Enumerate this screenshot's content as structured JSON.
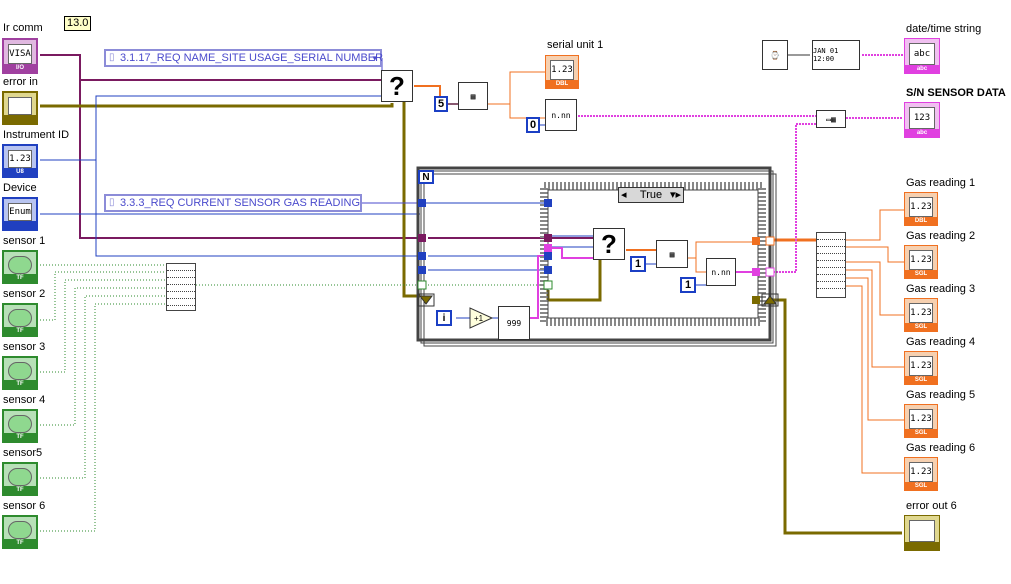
{
  "version_badge": "13.0",
  "string_constants": {
    "serial_cmd": "3.1.17_REQ NAME_SITE USAGE_SERIAL NUMBER",
    "gas_cmd": "3.3.3_REQ CURRENT SENSOR GAS READING"
  },
  "inputs": {
    "ir_comm": {
      "label": "Ir comm",
      "text": "VISA",
      "foot": "I/O"
    },
    "error_in": {
      "label": "error in"
    },
    "instrument_id": {
      "label": "Instrument ID",
      "text": "1.23",
      "foot": "U8"
    },
    "device": {
      "label": "Device",
      "text": "Enum"
    },
    "sensors": [
      {
        "label": "sensor 1",
        "foot": "TF"
      },
      {
        "label": "sensor 2",
        "foot": "TF"
      },
      {
        "label": "sensor 3",
        "foot": "TF"
      },
      {
        "label": "sensor 4",
        "foot": "TF"
      },
      {
        "label": "sensor5",
        "foot": "TF"
      },
      {
        "label": "sensor 6",
        "foot": "TF"
      }
    ]
  },
  "outputs": {
    "serial_unit": {
      "label": "serial unit 1",
      "text": "1.23",
      "foot": "DBL"
    },
    "datetime": {
      "label": "date/time string",
      "text": "abc",
      "foot": "abc"
    },
    "sn_sensor": {
      "label": "S/N SENSOR DATA",
      "text": "123",
      "foot": "abc"
    },
    "gas": [
      {
        "label": "Gas reading 1",
        "text": "1.23",
        "foot": "DBL"
      },
      {
        "label": "Gas reading 2",
        "text": "1.23",
        "foot": "SGL"
      },
      {
        "label": "Gas reading 3",
        "text": "1.23",
        "foot": "SGL"
      },
      {
        "label": "Gas reading 4",
        "text": "1.23",
        "foot": "SGL"
      },
      {
        "label": "Gas reading 5",
        "text": "1.23",
        "foot": "SGL"
      },
      {
        "label": "Gas reading 6",
        "text": "1.23",
        "foot": "SGL"
      }
    ],
    "error_out": {
      "label": "error out 6"
    }
  },
  "numeric_constants": {
    "index_5": "5",
    "index_0": "0",
    "index_1a": "1",
    "index_1b": "1"
  },
  "for_loop": {
    "count_terminal": "N",
    "iteration_terminal": "i",
    "fmt": "999"
  },
  "case_structure": {
    "selector": "True"
  },
  "nodes": {
    "select_icon": "?",
    "format_label": "n.nn",
    "date_label": "JAN 01 12:00"
  },
  "colors": {
    "error_wire": "#7a6a00",
    "string_wire": "#e040e0",
    "visa_wire": "#7a1a60",
    "numeric_wire": "#2040c0",
    "float_wire": "#f07020",
    "bool_wire": "#2e8b2e"
  }
}
